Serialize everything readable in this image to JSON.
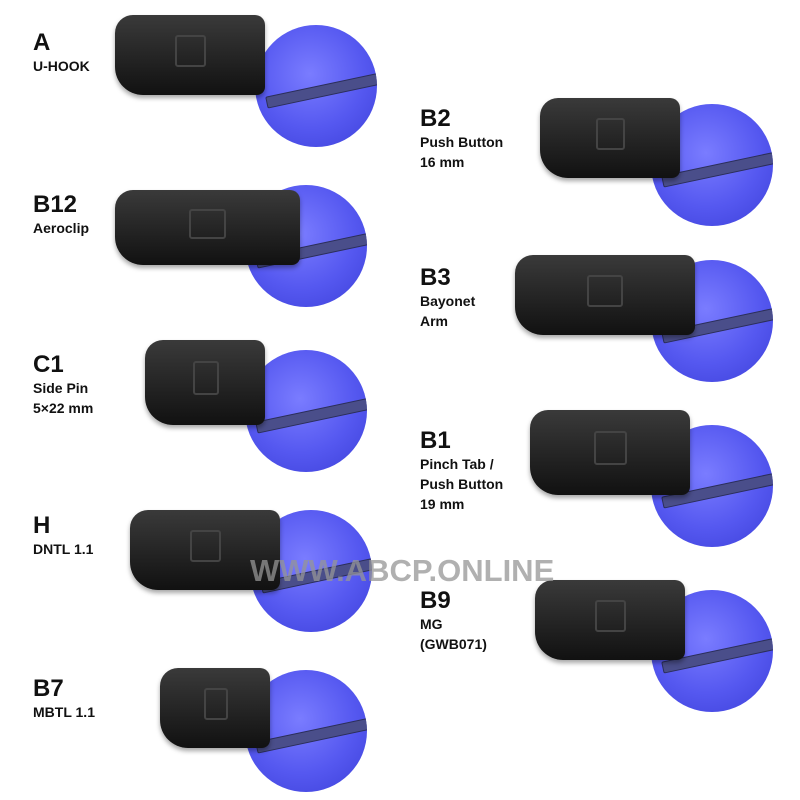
{
  "adapters": [
    {
      "code": "A",
      "desc": "U-HOOK"
    },
    {
      "code": "B12",
      "desc": "Aeroclip"
    },
    {
      "code": "C1",
      "desc": "Side Pin\n5×22 mm"
    },
    {
      "code": "H",
      "desc": "DNTL 1.1"
    },
    {
      "code": "B7",
      "desc": "MBTL 1.1"
    },
    {
      "code": "B2",
      "desc": "Push Button\n16 mm"
    },
    {
      "code": "B3",
      "desc": "Bayonet\nArm"
    },
    {
      "code": "B1",
      "desc": "Pinch Tab /\nPush Button\n19 mm"
    },
    {
      "code": "B9",
      "desc": "MG\n(GWB071)"
    }
  ],
  "watermark": "WWW.ABCP.ONLINE",
  "colors": {
    "circle": "#5558f0",
    "adapter": "#1a1a1a",
    "watermark": "#969696"
  }
}
